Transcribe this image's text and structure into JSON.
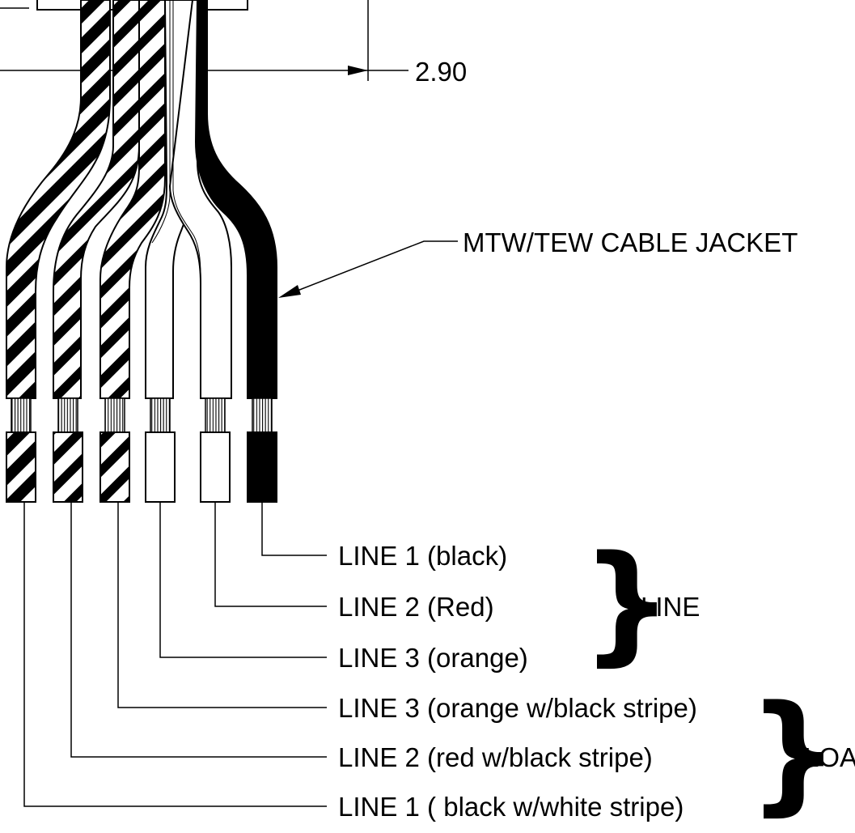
{
  "dimension": {
    "value": "2.90"
  },
  "callout": {
    "text": "MTW/TEW CABLE JACKET"
  },
  "wires": [
    {
      "label": "LINE 1 ( black w/white stripe)",
      "jacket": "striped-black"
    },
    {
      "label": "LINE 2 (red w/black stripe)",
      "jacket": "striped"
    },
    {
      "label": "LINE 3 (orange w/black stripe)",
      "jacket": "striped"
    },
    {
      "label": "LINE 3 (orange)",
      "jacket": "white"
    },
    {
      "label": "LINE 2 (Red)",
      "jacket": "white"
    },
    {
      "label": "LINE 1 (black)",
      "jacket": "black"
    }
  ],
  "groups": {
    "line": "LINE",
    "load": "LOAD"
  },
  "colors": {
    "ink": "#000000",
    "paper": "#ffffff"
  }
}
